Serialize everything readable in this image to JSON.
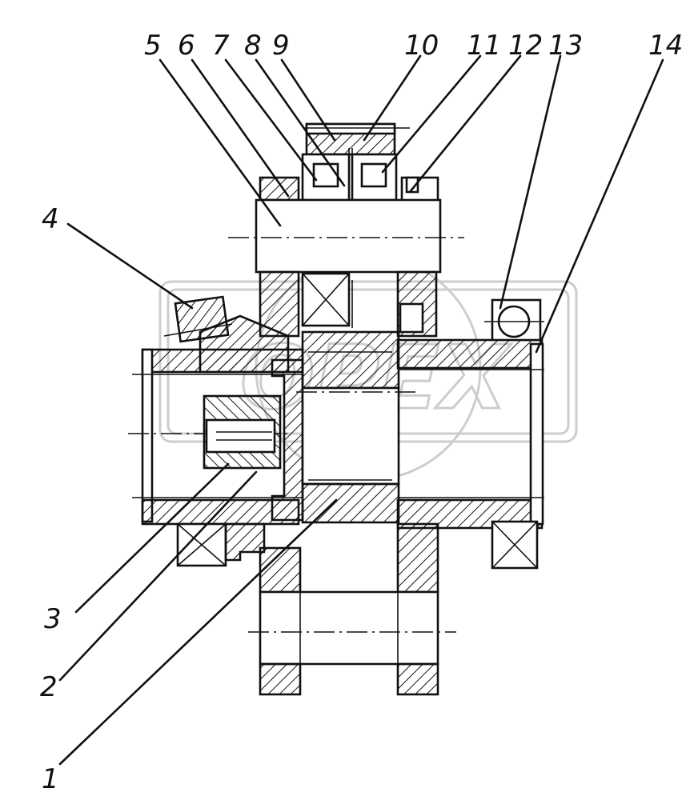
{
  "drawing": {
    "callouts": [
      "1",
      "2",
      "3",
      "4",
      "5",
      "6",
      "7",
      "8",
      "9",
      "10",
      "11",
      "12",
      "13",
      "14"
    ]
  },
  "watermark": {
    "text": "OPEX"
  }
}
